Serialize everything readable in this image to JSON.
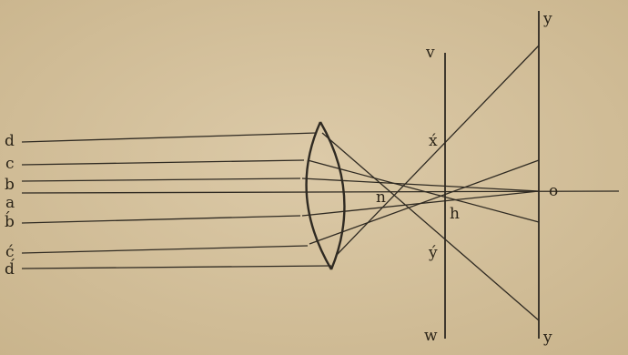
{
  "labels": {
    "d": "d",
    "c": "c",
    "b": "b",
    "a": "a",
    "b_prime": "b́",
    "c_prime": "ć",
    "d_prime": "d́",
    "v": "v",
    "w": "w",
    "x_prime": "x́",
    "y_prime": "ý",
    "n": "n",
    "h": "h",
    "o": "o",
    "y_top": "y",
    "y_bottom": "y"
  }
}
